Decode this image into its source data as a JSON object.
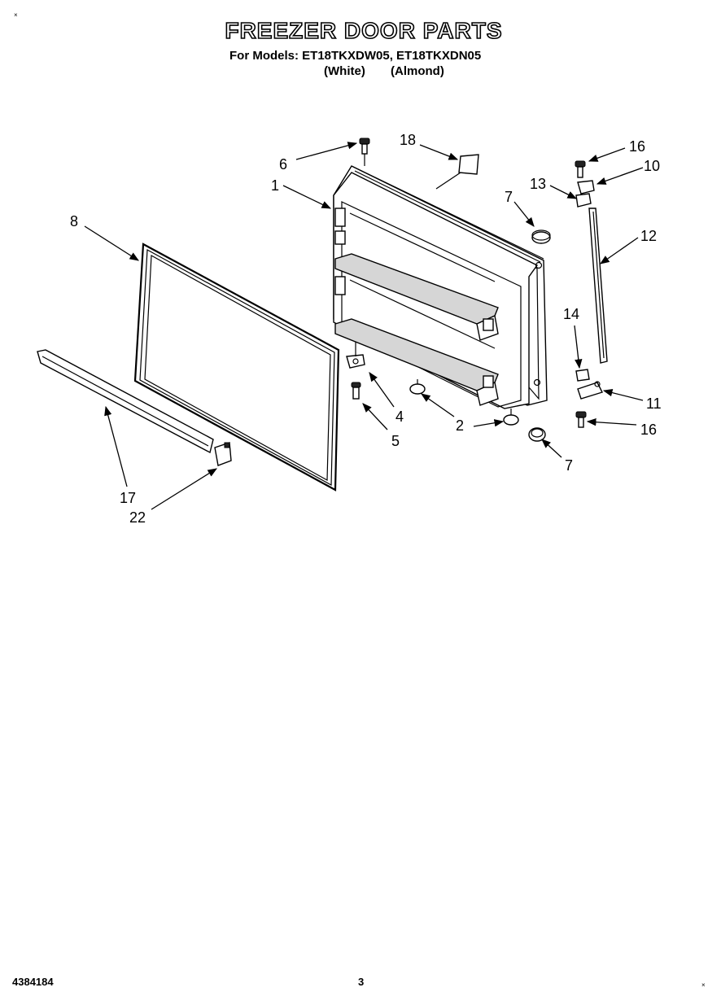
{
  "header": {
    "title": "FREEZER DOOR PARTS",
    "models_line": "For Models: ET18TKXDW05, ET18TKXDN05",
    "color_white": "(White)",
    "color_almond": "(Almond)"
  },
  "footer": {
    "doc_number": "4384184",
    "page_number": "3"
  },
  "corner_marks": [
    "×",
    "×"
  ],
  "callouts": [
    "6",
    "18",
    "1",
    "8",
    "7",
    "16",
    "10",
    "13",
    "12",
    "14",
    "11",
    "16",
    "4",
    "5",
    "2",
    "7",
    "17",
    "22"
  ]
}
